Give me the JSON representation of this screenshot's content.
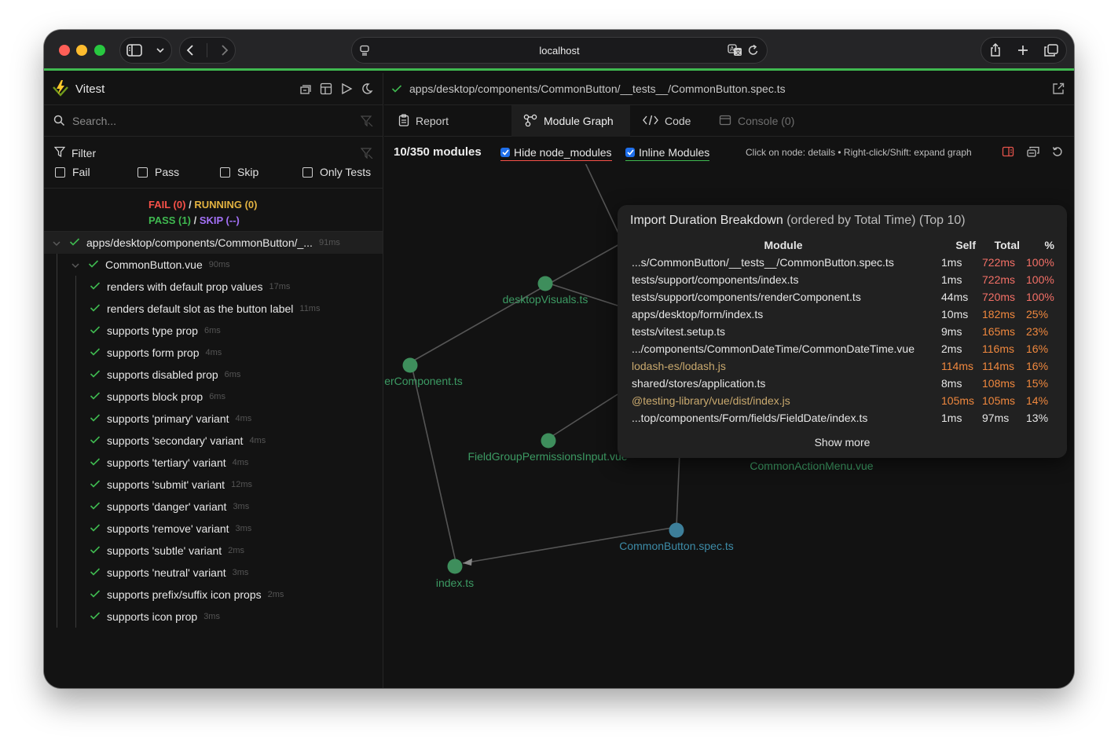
{
  "browser": {
    "url": "localhost"
  },
  "sidebar": {
    "brand": "Vitest",
    "search_placeholder": "Search...",
    "filter_title": "Filter",
    "filters": [
      "Fail",
      "Pass",
      "Skip",
      "Only Tests"
    ],
    "summary": {
      "fail": "FAIL (0)",
      "running": "RUNNING (0)",
      "pass": "PASS (1)",
      "skip": "SKIP (--)",
      "slash": "/"
    },
    "tree": {
      "root": {
        "label": "apps/desktop/components/CommonButton/_...",
        "duration": "91ms"
      },
      "suite": {
        "label": "CommonButton.vue",
        "duration": "90ms"
      },
      "tests": [
        {
          "label": "renders with default prop values",
          "duration": "17ms"
        },
        {
          "label": "renders default slot as the button label",
          "duration": "11ms"
        },
        {
          "label": "supports type prop",
          "duration": "6ms"
        },
        {
          "label": "supports form prop",
          "duration": "4ms"
        },
        {
          "label": "supports disabled prop",
          "duration": "6ms"
        },
        {
          "label": "supports block prop",
          "duration": "6ms"
        },
        {
          "label": "supports 'primary' variant",
          "duration": "4ms"
        },
        {
          "label": "supports 'secondary' variant",
          "duration": "4ms"
        },
        {
          "label": "supports 'tertiary' variant",
          "duration": "4ms"
        },
        {
          "label": "supports 'submit' variant",
          "duration": "12ms"
        },
        {
          "label": "supports 'danger' variant",
          "duration": "3ms"
        },
        {
          "label": "supports 'remove' variant",
          "duration": "3ms"
        },
        {
          "label": "supports 'subtle' variant",
          "duration": "2ms"
        },
        {
          "label": "supports 'neutral' variant",
          "duration": "3ms"
        },
        {
          "label": "supports prefix/suffix icon props",
          "duration": "2ms"
        },
        {
          "label": "supports icon prop",
          "duration": "3ms"
        }
      ]
    }
  },
  "main": {
    "path": "apps/desktop/components/CommonButton/__tests__/CommonButton.spec.ts",
    "tabs": [
      {
        "label": "Report",
        "icon": "report-icon"
      },
      {
        "label": "Module Graph",
        "icon": "graph-icon"
      },
      {
        "label": "Code",
        "icon": "code-icon"
      },
      {
        "label": "Console (0)",
        "icon": "console-icon"
      }
    ],
    "graph_toolbar": {
      "module_count": "10/350 modules",
      "hide_node_modules": "Hide node_modules",
      "inline_modules": "Inline Modules",
      "help": "Click on node: details • Right-click/Shift: expand graph"
    },
    "graph_nodes": [
      {
        "label": "desktopVisuals.ts"
      },
      {
        "label": "erComponent.ts"
      },
      {
        "label": "FieldGroupPermissionsInput.vue"
      },
      {
        "label": "CommonActionMenu.vue"
      },
      {
        "label": "CommonButton.spec.ts"
      },
      {
        "label": "index.ts"
      }
    ],
    "breakdown": {
      "title": "Import Duration Breakdown",
      "subtitle": "(ordered by Total Time) (Top 10)",
      "headers": {
        "module": "Module",
        "self": "Self",
        "total": "Total",
        "percent": "%"
      },
      "rows": [
        {
          "module": "...s/CommonButton/__tests__/CommonButton.spec.ts",
          "self": "1ms",
          "total": "722ms",
          "percent": "100%"
        },
        {
          "module": "tests/support/components/index.ts",
          "self": "1ms",
          "total": "722ms",
          "percent": "100%"
        },
        {
          "module": "tests/support/components/renderComponent.ts",
          "self": "44ms",
          "total": "720ms",
          "percent": "100%"
        },
        {
          "module": "apps/desktop/form/index.ts",
          "self": "10ms",
          "total": "182ms",
          "percent": "25%"
        },
        {
          "module": "tests/vitest.setup.ts",
          "self": "9ms",
          "total": "165ms",
          "percent": "23%"
        },
        {
          "module": ".../components/CommonDateTime/CommonDateTime.vue",
          "self": "2ms",
          "total": "116ms",
          "percent": "16%"
        },
        {
          "module": "lodash-es/lodash.js",
          "self": "114ms",
          "total": "114ms",
          "percent": "16%"
        },
        {
          "module": "shared/stores/application.ts",
          "self": "8ms",
          "total": "108ms",
          "percent": "15%"
        },
        {
          "module": "@testing-library/vue/dist/index.js",
          "self": "105ms",
          "total": "105ms",
          "percent": "14%"
        },
        {
          "module": "...top/components/Form/fields/FieldDate/index.ts",
          "self": "1ms",
          "total": "97ms",
          "percent": "13%"
        }
      ],
      "show_more": "Show more"
    }
  }
}
